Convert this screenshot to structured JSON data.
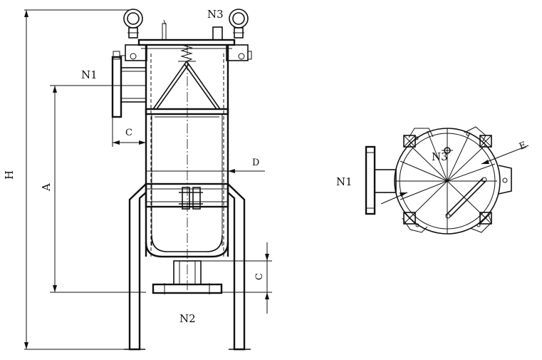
{
  "labels": {
    "n1_side": "N1",
    "n2": "N2",
    "n3_side": "N3",
    "c_side": "C",
    "d": "D",
    "a": "A",
    "h": "H",
    "c_bottom": "C",
    "n1_top": "N1",
    "n3_top": "N3",
    "e": "E"
  }
}
